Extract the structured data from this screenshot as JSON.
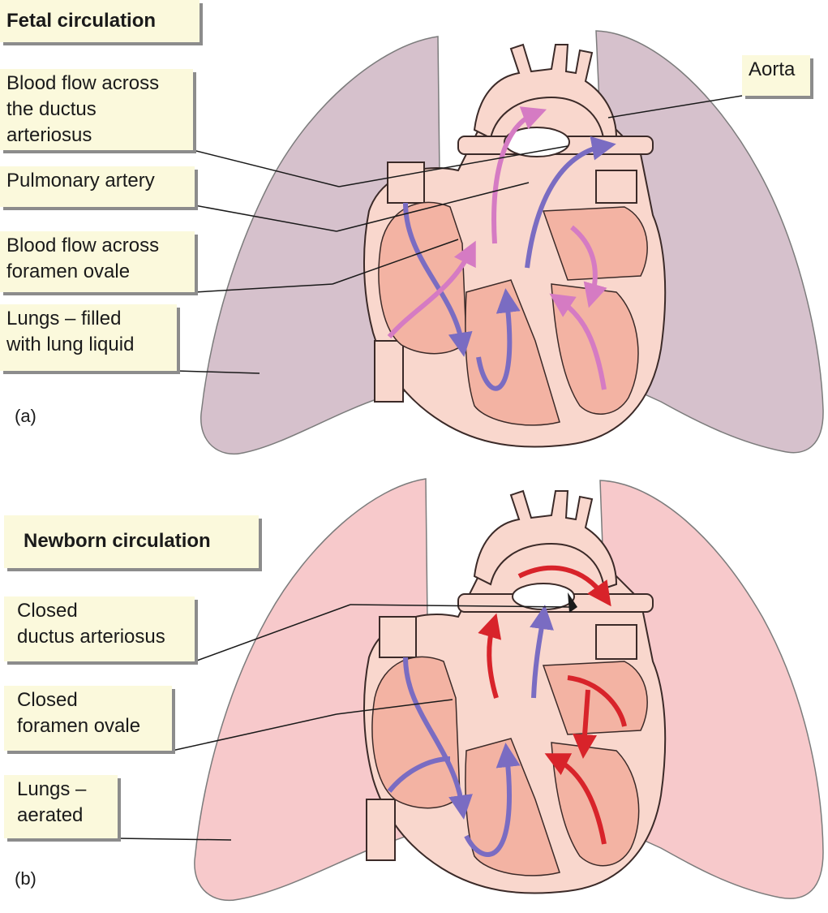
{
  "panel_a": {
    "title": "Fetal circulation",
    "letter": "(a)",
    "labels": {
      "ductus_flow": "Blood flow across\nthe ductus\narteriosus",
      "pulmonary_artery": "Pulmonary artery",
      "foramen_flow": "Blood flow across\nforamen ovale",
      "lungs": "Lungs – filled\nwith lung liquid",
      "aorta": "Aorta"
    },
    "lung_color": "#d6c1cc"
  },
  "panel_b": {
    "title": "Newborn circulation",
    "letter": "(b)",
    "labels": {
      "closed_ductus": "Closed\nductus arteriosus",
      "closed_foramen": "Closed\nforamen ovale",
      "lungs": "Lungs –\naerated"
    },
    "lung_color": "#f7c9cb"
  },
  "colors": {
    "label_fill": "#fbf9dc",
    "heart_outer": "#f9d7cd",
    "heart_inner": "#f3b3a3",
    "deoxygenated_arrow": "#7a6cc2",
    "mixed_arrow": "#d57bc3",
    "oxygenated_arrow": "#d8232a"
  }
}
